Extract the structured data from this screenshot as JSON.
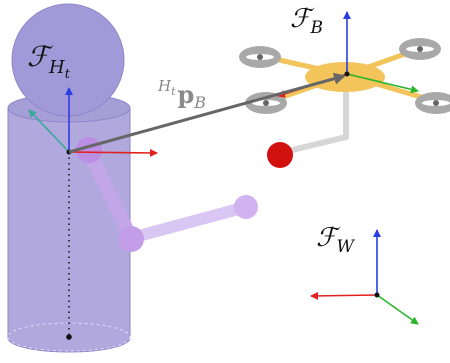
{
  "frames": {
    "human": {
      "symbol": "ℱ",
      "subscript": "H",
      "subsub": "t"
    },
    "drone": {
      "symbol": "ℱ",
      "subscript": "B"
    },
    "world": {
      "symbol": "ℱ",
      "subscript": "W"
    }
  },
  "vector_label": {
    "pre_superscript": "H",
    "pre_superscript_sub": "t",
    "symbol": "p",
    "subscript": "B"
  },
  "colors": {
    "human_body": "#b1a9dd",
    "human_outline": "#8f86c9",
    "arm": "#c4a6ea",
    "axis_x": "#e32020",
    "axis_y": "#2ab52a",
    "axis_z": "#2b3ee0",
    "arrow_vector": "#666666",
    "drone_body": "#f3c45a",
    "drone_rotor": "#a8a8a8",
    "drone_ball": "#d11010"
  }
}
